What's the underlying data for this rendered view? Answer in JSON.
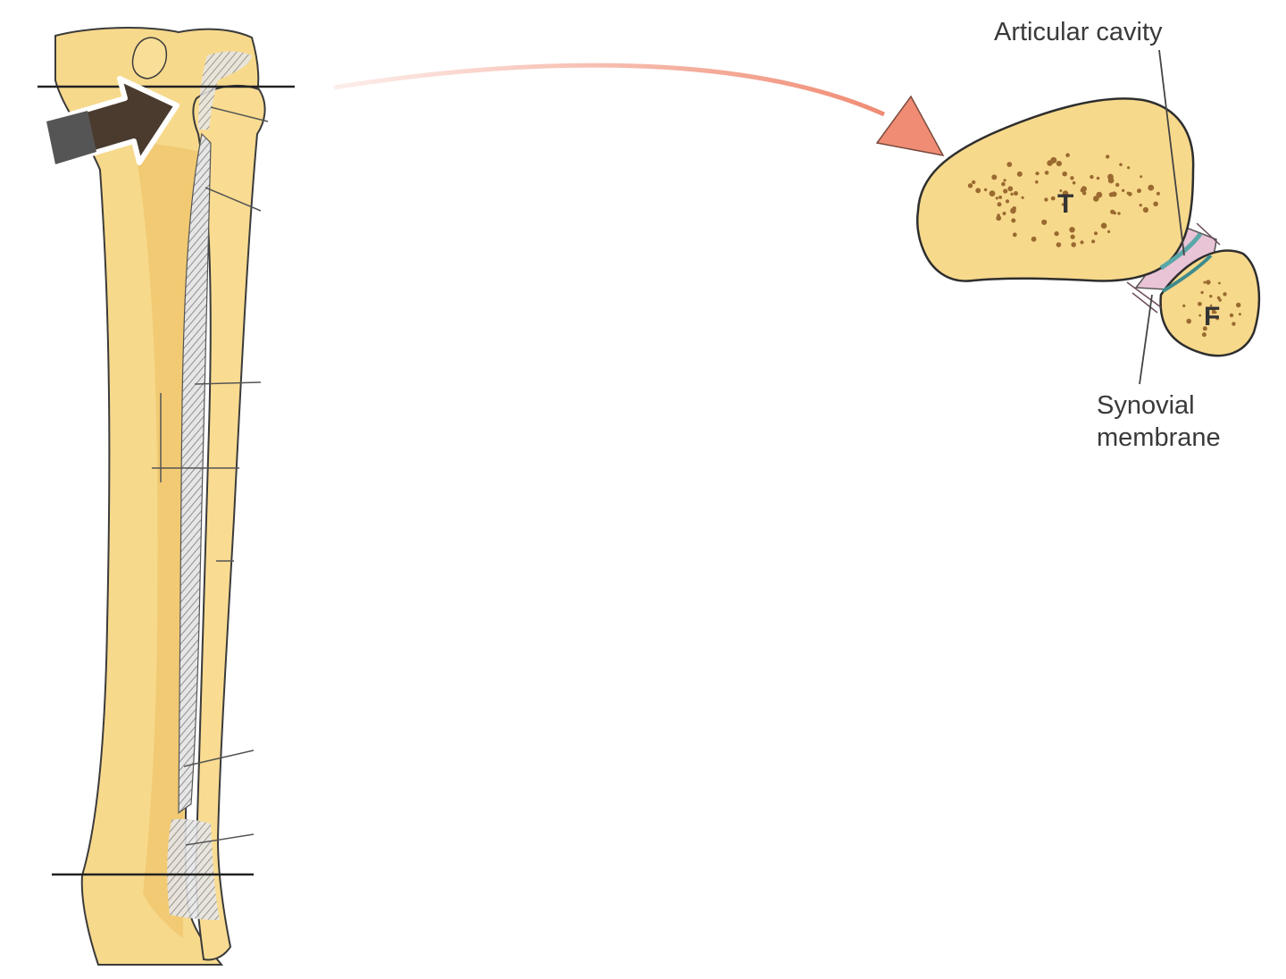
{
  "labels": {
    "articular_cavity": "Articular cavity",
    "synovial_line1": "Synovial",
    "synovial_line2": "membrane",
    "tibia_letter": "T",
    "fibula_letter": "F"
  },
  "colors": {
    "bone": "#f7d98c",
    "bone_shadow": "#ecc063",
    "outline": "#3b3b3b",
    "arrow": "#f08c74",
    "pointer_arrow": "#4a3b2e",
    "cartilage": "#5aa7a8",
    "synovium": "#e9c4d6"
  }
}
